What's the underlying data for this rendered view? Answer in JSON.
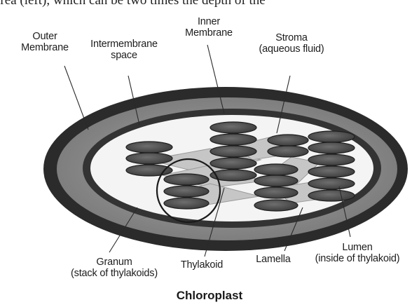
{
  "top_text": "area (left), which can be two times the depth of the",
  "title": "Chloroplast",
  "labels": {
    "outer_membrane": [
      "Outer",
      "Membrane"
    ],
    "intermembrane_space": [
      "Intermembrane",
      "space"
    ],
    "inner_membrane": [
      "Inner",
      "Membrane"
    ],
    "stroma": [
      "Stroma",
      "(aqueous fluid)"
    ],
    "granum": [
      "Granum",
      "(stack of thylakoids)"
    ],
    "thylakoid": [
      "Thylakoid"
    ],
    "lamella": [
      "Lamella"
    ],
    "lumen": [
      "Lumen",
      "(inside of thylakoid)"
    ]
  },
  "colors": {
    "outer_membrane": "#2a2a2a",
    "intermembrane_space": "#8e8e8e",
    "inner_membrane": "#3a3a3a",
    "stroma": "#f4f4f4",
    "thylakoid": "#555555",
    "lamella": "#c4c4c4"
  }
}
